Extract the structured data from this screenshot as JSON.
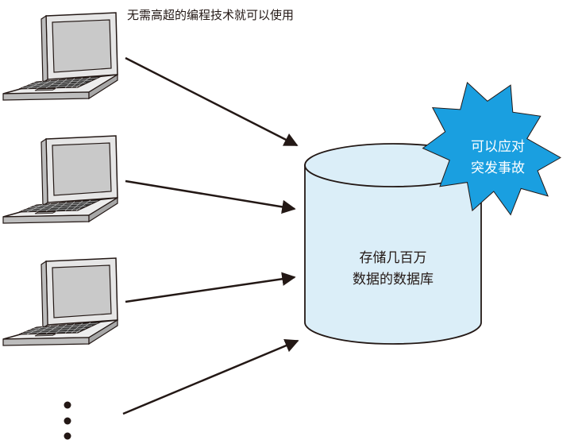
{
  "caption": "无需高超的编程技术就可以使用",
  "database": {
    "line1": "存储几百万",
    "line2": "数据的数据库",
    "color": "#dbeef8"
  },
  "burst": {
    "line1": "可以应对",
    "line2": "突发事故",
    "color": "#1a9fe0"
  },
  "clients": [
    {
      "icon": "laptop-icon"
    },
    {
      "icon": "laptop-icon"
    },
    {
      "icon": "laptop-icon"
    },
    {
      "icon": "vertical-ellipsis-icon"
    }
  ]
}
